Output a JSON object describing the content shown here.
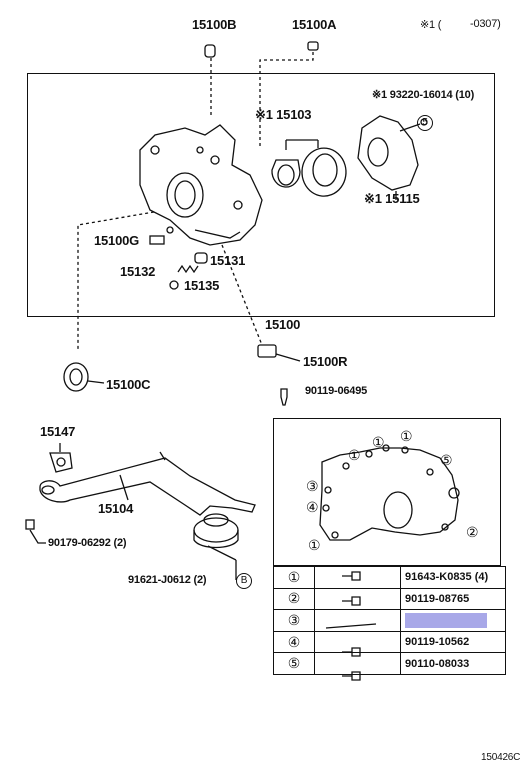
{
  "header": {
    "note_mark": "※1 (",
    "note_range": "-0307)"
  },
  "labels": {
    "p15100B": "15100B",
    "p15100A": "15100A",
    "p93220": "※1 93220-16014 (10)",
    "p93220_circle": "5",
    "p15103": "※1 15103",
    "p15115": "※1 15115",
    "p15100G": "15100G",
    "p15131": "15131",
    "p15132": "15132",
    "p15135": "15135",
    "p15100": "15100",
    "p15100R": "15100R",
    "p15100C": "15100C",
    "p90119_06495": "90119-06495",
    "p15147": "15147",
    "p15104": "15104",
    "p90179": "90179-06292 (2)",
    "p91621": "91621-J0612 (2)",
    "p91621_circle": "B"
  },
  "inset_markers": [
    "①",
    "①",
    "①",
    "①",
    "⑤",
    "③",
    "④",
    "①",
    "②"
  ],
  "legend": {
    "rows": [
      {
        "num": "①",
        "part": "91643-K0835 (4)"
      },
      {
        "num": "②",
        "part": "90119-08765"
      },
      {
        "num": "③",
        "part": "",
        "highlight_color": "#a8a8e8"
      },
      {
        "num": "④",
        "part": "90119-10562"
      },
      {
        "num": "⑤",
        "part": "90110-08033"
      }
    ]
  },
  "footer": {
    "diagram_id": "150426C"
  }
}
